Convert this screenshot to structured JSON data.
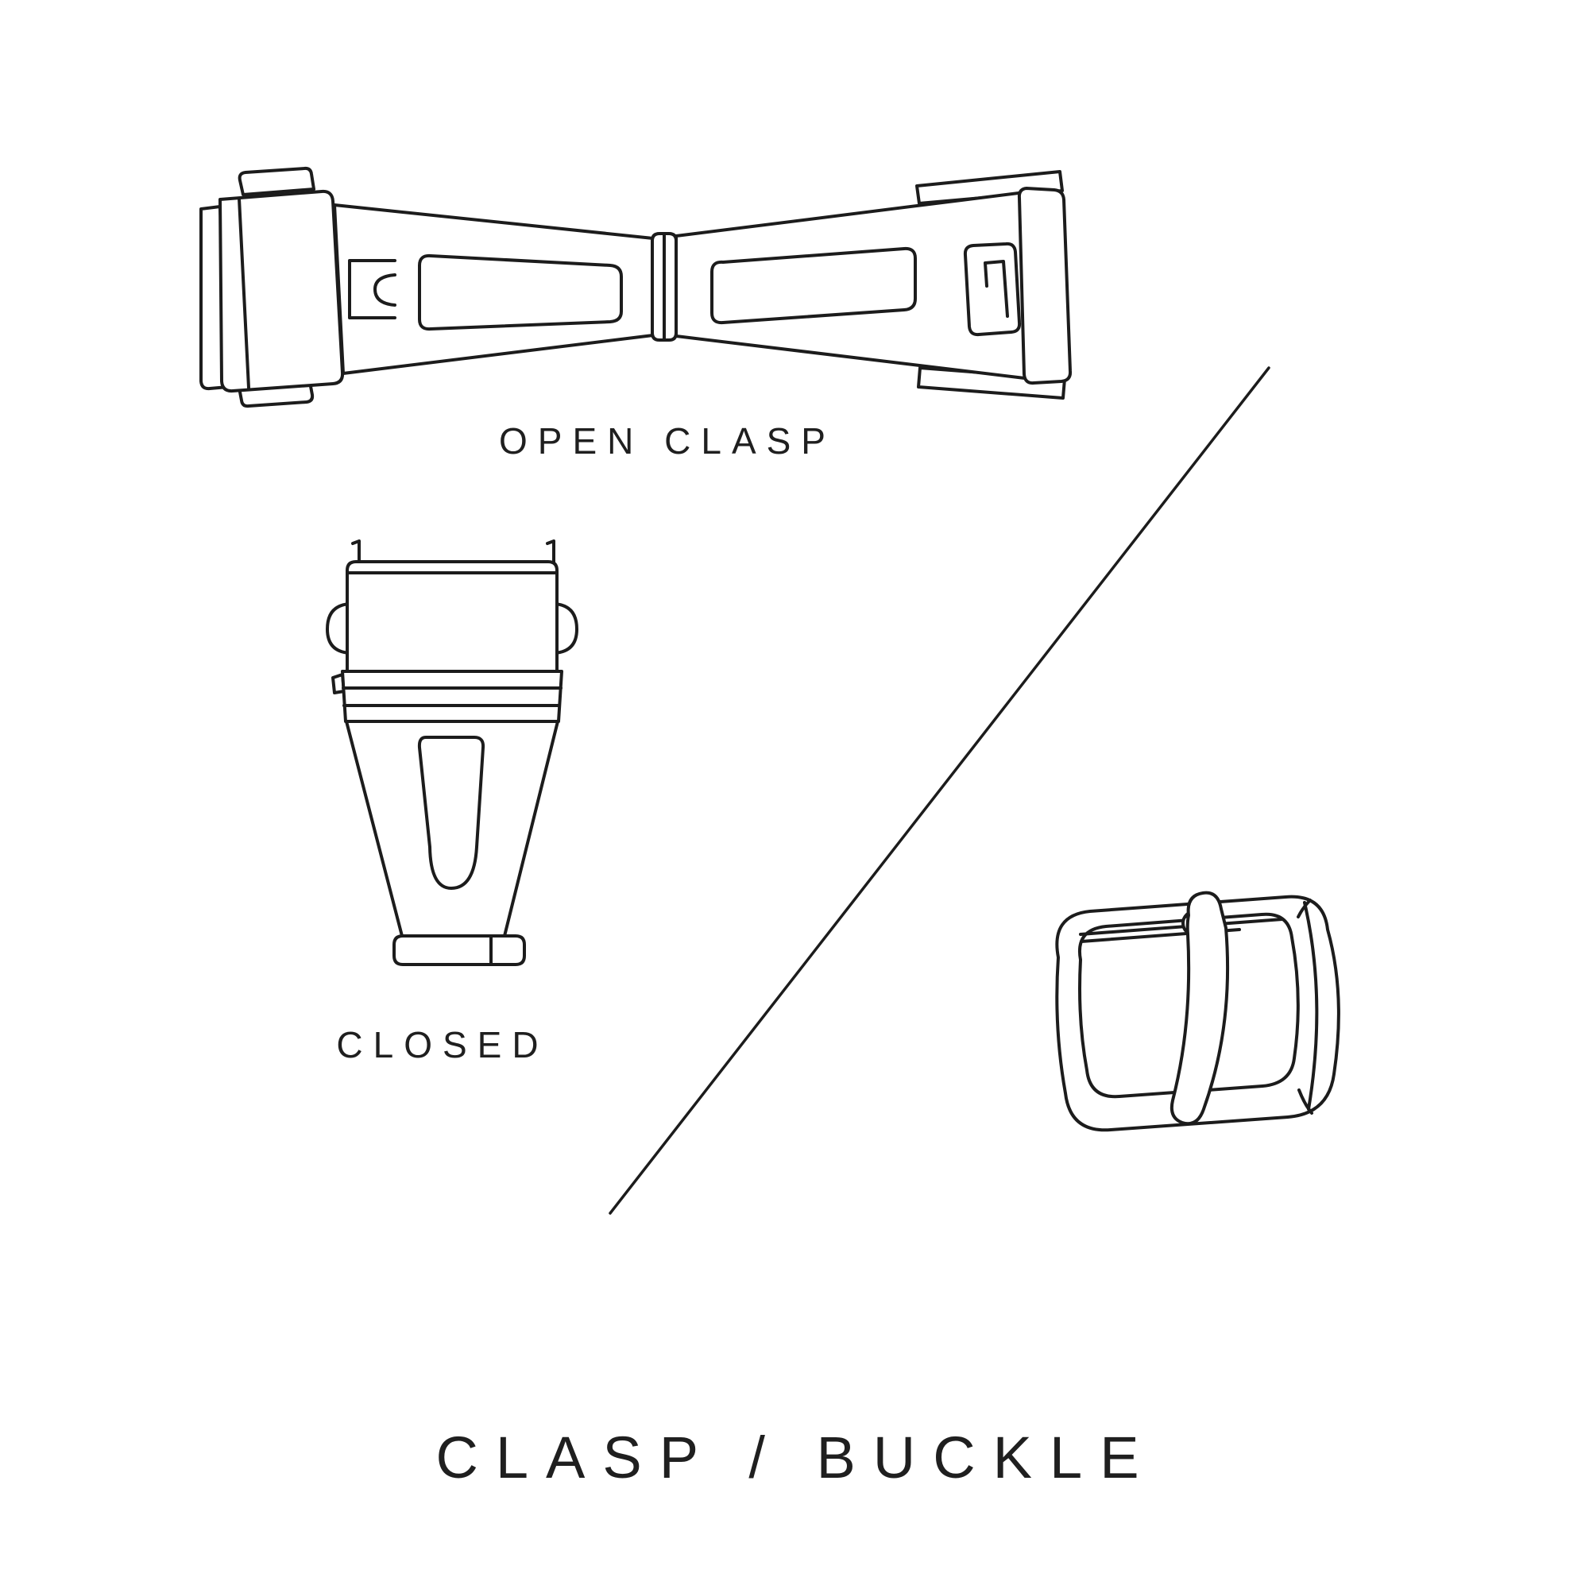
{
  "canvas": {
    "background": "#ffffff",
    "stroke_color": "#1c1c1c",
    "text_color": "#1f1f1f"
  },
  "figures": {
    "open_clasp": {
      "caption": "OPEN CLASP"
    },
    "closed_clasp": {
      "caption": "CLOSED"
    }
  },
  "title": {
    "text": "CLASP / BUCKLE"
  }
}
